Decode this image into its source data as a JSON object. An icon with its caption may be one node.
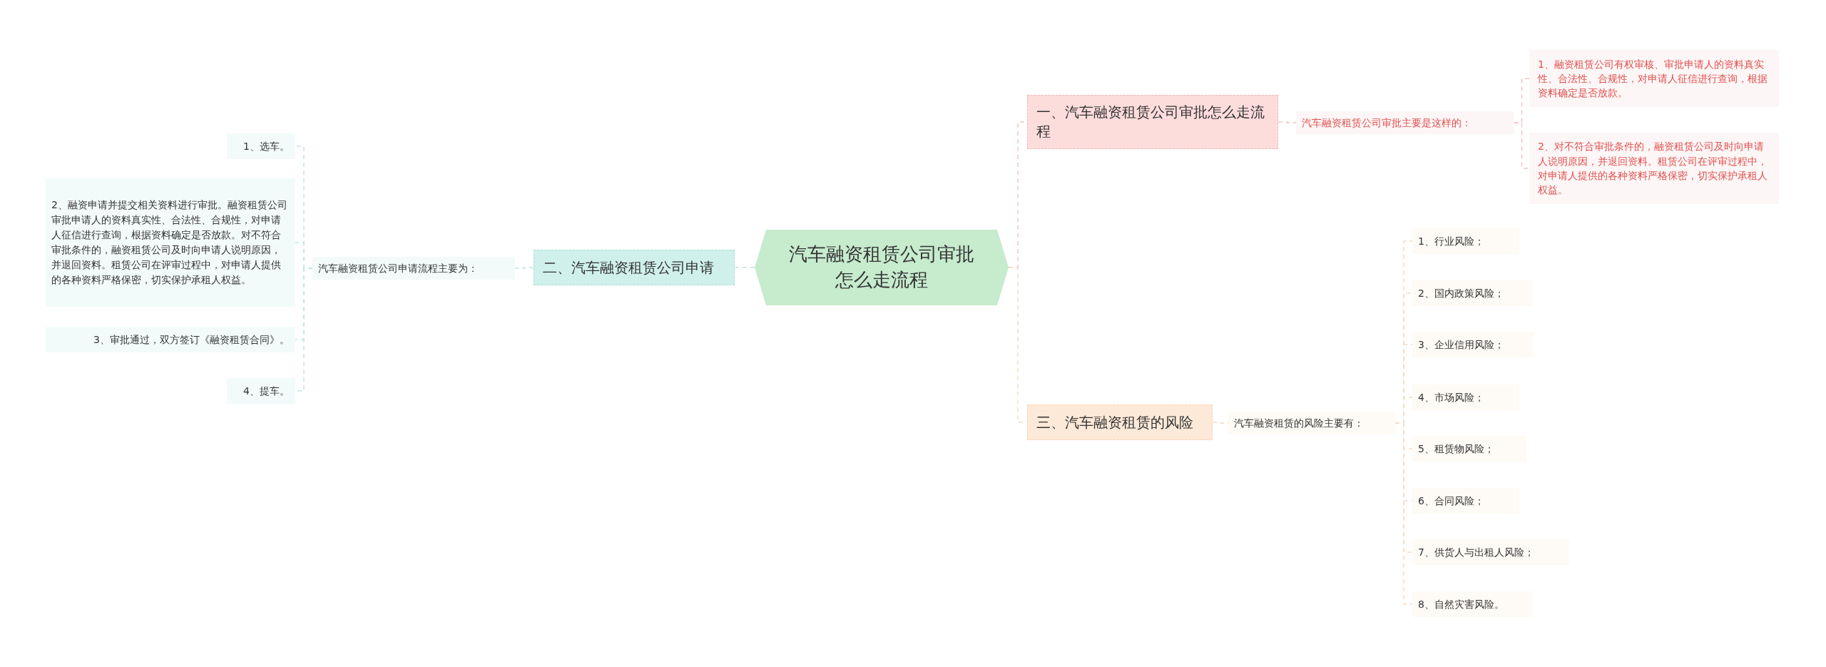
{
  "diagram": {
    "nodes": [
      {
        "text": [
          "汽车融资租赁公司审批怎么走流程"
        ]
      },
      {
        "text": [
          "一、汽车融资租赁公司审批怎么走流程"
        ]
      },
      {
        "text": [
          "汽车融资租赁公司审批主要是这样的："
        ]
      },
      {
        "text": [
          "1、融资租赁公司有权审核、审批申请人的资料真实性、合法性、合规性，对申请人征信进行查询，根据资料确定是否放款。"
        ]
      },
      {
        "text": [
          "2、对不符合审批条件的，融资租赁公司及时向申请人说明原因，并退回资料。租赁公司在评审过程中，对申请人提供的各种资料严格保密，切实保护承租人权益。"
        ]
      },
      {
        "text": [
          "三、汽车融资租赁的风险"
        ]
      },
      {
        "text": [
          "汽车融资租赁的风险主要有："
        ]
      },
      {
        "text": [
          "1、行业风险；"
        ]
      },
      {
        "text": [
          "2、国内政策风险；"
        ]
      },
      {
        "text": [
          "3、企业信用风险；"
        ]
      },
      {
        "text": [
          "4、市场风险；"
        ]
      },
      {
        "text": [
          "5、租赁物风险；"
        ]
      },
      {
        "text": [
          "6、合同风险；"
        ]
      },
      {
        "text": [
          "7、供货人与出租人风险；"
        ]
      },
      {
        "text": [
          "8、自然灾害风险。"
        ]
      },
      {
        "text": [
          "二、汽车融资租赁公司申请"
        ]
      },
      {
        "text": [
          "汽车融资租赁公司申请流程主要为："
        ]
      },
      {
        "text": [
          "1、选车。"
        ]
      },
      {
        "text": [
          "2、融资申请并提交相关资料进行审批。融资租赁公司审批申请人的资料真实性、合法性、合规性，对申请人征信进行查询，根据资料确定是否放款。对不符合审批条件的，融资租赁公司及时向申请人说明原因，并退回资料。租赁公司在评审过程中，对申请人提供的各种资料严格保密，切实保护承租人权益。"
        ]
      },
      {
        "text": [
          "3、审批通过，双方签订《融资租赁合同》。"
        ]
      },
      {
        "text": [
          "4、提车。"
        ]
      }
    ],
    "edges": [
      {
        "from": 0,
        "to": 1,
        "arrow": "none",
        "style": "dashed",
        "color": "#f2c4c4"
      },
      {
        "from": 1,
        "to": 2,
        "arrow": "none",
        "style": "dashed",
        "color": "#f2c4c4"
      },
      {
        "from": 2,
        "to": 3,
        "arrow": "none",
        "style": "dashed",
        "color": "#f2c4c4"
      },
      {
        "from": 2,
        "to": 4,
        "arrow": "none",
        "style": "dashed",
        "color": "#f2c4c4"
      },
      {
        "from": 0,
        "to": 5,
        "arrow": "none",
        "style": "dashed"
      },
      {
        "from": 5,
        "to": 6,
        "arrow": "none",
        "style": "dashed"
      },
      {
        "from": 6,
        "to": 7,
        "arrow": "none",
        "style": "dashed"
      },
      {
        "from": 6,
        "to": 8,
        "arrow": "none",
        "style": "dashed"
      },
      {
        "from": 6,
        "to": 9,
        "arrow": "none",
        "style": "dashed"
      },
      {
        "from": 6,
        "to": 10,
        "arrow": "none",
        "style": "dashed"
      },
      {
        "from": 6,
        "to": 11,
        "arrow": "none",
        "style": "dashed"
      },
      {
        "from": 6,
        "to": 12,
        "arrow": "none",
        "style": "dashed"
      },
      {
        "from": 6,
        "to": 13,
        "arrow": "none",
        "style": "dashed"
      },
      {
        "from": 6,
        "to": 14,
        "arrow": "none",
        "style": "dashed"
      },
      {
        "from": 0,
        "to": 15,
        "arrow": "none",
        "style": "dashed",
        "color": "#bfe6e0"
      },
      {
        "from": 15,
        "to": 16,
        "arrow": "none",
        "style": "dashed",
        "color": "#bfe6e0"
      },
      {
        "from": 16,
        "to": 17,
        "arrow": "none",
        "style": "dashed",
        "color": "#bfe6e0"
      },
      {
        "from": 16,
        "to": 18,
        "arrow": "none",
        "style": "dashed",
        "color": "#bfe6e0"
      },
      {
        "from": 16,
        "to": 19,
        "arrow": "none",
        "style": "dashed",
        "color": "#bfe6e0"
      },
      {
        "from": 16,
        "to": 20,
        "arrow": "none",
        "style": "dashed",
        "color": "#bfe6e0"
      }
    ]
  }
}
